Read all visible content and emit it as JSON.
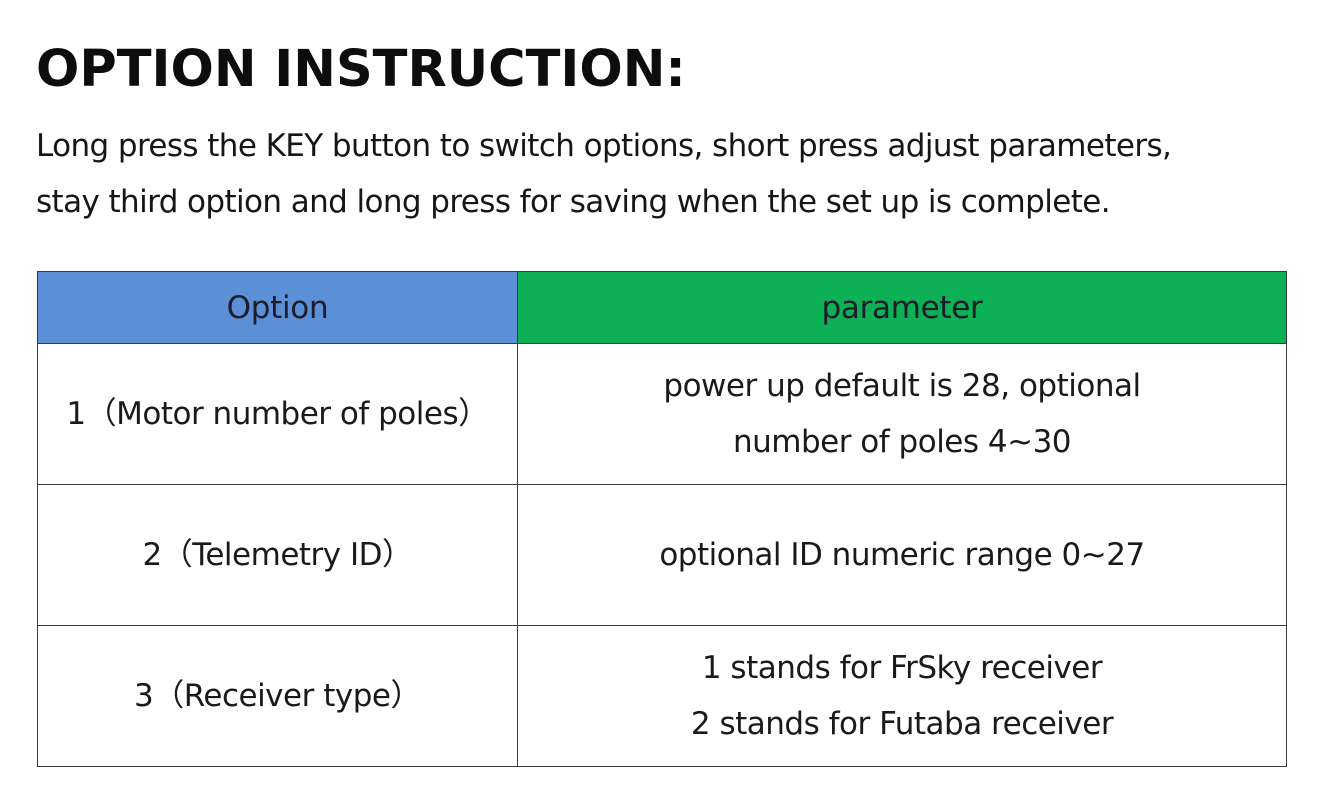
{
  "title": "OPTION INSTRUCTION:",
  "intro": {
    "line1": "Long press the KEY button to switch options, short press adjust parameters,",
    "line2": "stay third option and long press for saving when the set up is complete."
  },
  "table": {
    "headers": [
      "Option",
      "parameter"
    ],
    "rows": [
      {
        "option": "1（Motor number of poles）",
        "parameter": [
          "power up default is 28, optional",
          "number of poles 4~30"
        ]
      },
      {
        "option": "2（Telemetry ID）",
        "parameter": [
          "optional ID numeric range 0~27"
        ]
      },
      {
        "option": "3（Receiver type）",
        "parameter": [
          "1 stands for FrSky receiver",
          "2 stands for Futaba receiver"
        ]
      }
    ]
  },
  "colors": {
    "header_option_bg": "#5b8fd6",
    "header_parameter_bg": "#0db055",
    "border": "#3a3a3a",
    "text": "#111111"
  }
}
